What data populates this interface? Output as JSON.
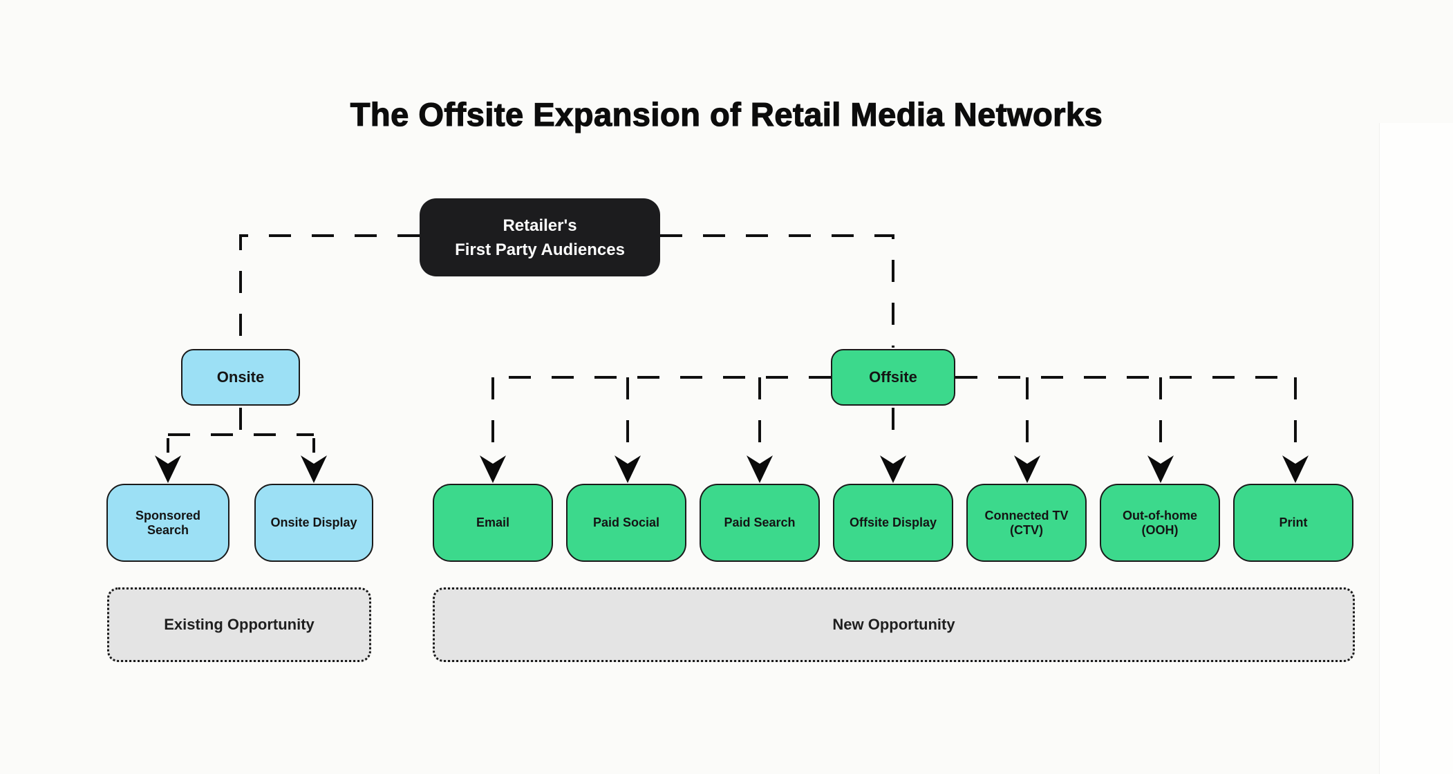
{
  "title": "The Offsite Expansion of Retail Media Networks",
  "root": {
    "line1": "Retailer's",
    "line2": "First Party Audiences"
  },
  "onsite": {
    "label": "Onsite",
    "children": [
      "Sponsored Search",
      "Onsite Display"
    ]
  },
  "offsite": {
    "label": "Offsite",
    "children": [
      "Email",
      "Paid Social",
      "Paid Search",
      "Offsite Display",
      "Connected TV (CTV)",
      "Out-of-home (OOH)",
      "Print"
    ]
  },
  "opportunities": {
    "existing": "Existing Opportunity",
    "new": "New Opportunity"
  },
  "colors": {
    "background": "#FBFBF9",
    "root_fill": "#1C1C1E",
    "root_text": "#FCFCFC",
    "onsite_fill": "#9CE0F5",
    "offsite_fill": "#3CD98C",
    "opportunity_fill": "#E4E4E4",
    "node_border": "#1A1A1A",
    "connector": "#0F0F0F"
  }
}
